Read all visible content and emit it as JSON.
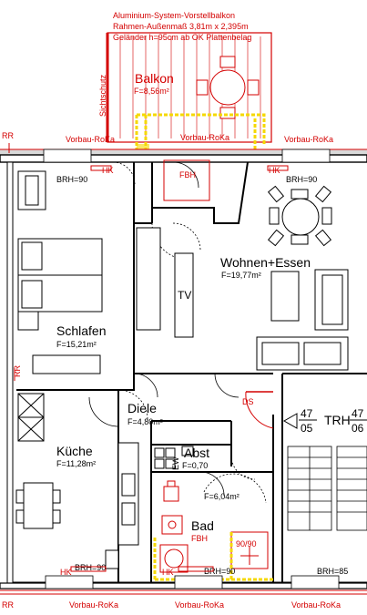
{
  "header": {
    "line1": "Aluminium-System-Vorstellbalkon",
    "line2": "Rahmen-Außenmaß 3,81m x 2,395m",
    "line3": "Geländer h=95cm ab OK Plattenbelag"
  },
  "balcony": {
    "name": "Balkon",
    "area": "F=8,56m²",
    "privacy_label": "Sichtschutz"
  },
  "rooms": {
    "schlafen": {
      "name": "Schlafen",
      "area": "F=15,21m²"
    },
    "wohnen": {
      "name": "Wohnen+Essen",
      "area": "F=19,77m²"
    },
    "kueche": {
      "name": "Küche",
      "area": "F=11,28m²"
    },
    "diele": {
      "name": "Diele",
      "area": "F=4,80m²"
    },
    "abst": {
      "name": "Abst",
      "area": "F=0,70"
    },
    "bad": {
      "name": "Bad",
      "area": "F=6,04m²"
    }
  },
  "labels": {
    "rr": "RR",
    "vorbau_roka": "Vorbau-RoKa",
    "hk": "HK",
    "brh90": "BRH=90",
    "brh85": "BRH=85",
    "fbh": "FBH",
    "tv": "TV",
    "ds": "DS",
    "trh": "TRH",
    "ew": "EW",
    "shower": "90/90",
    "stair_left_num": "47",
    "stair_left_den": "05",
    "stair_right_num": "47",
    "stair_right_den": "06"
  }
}
